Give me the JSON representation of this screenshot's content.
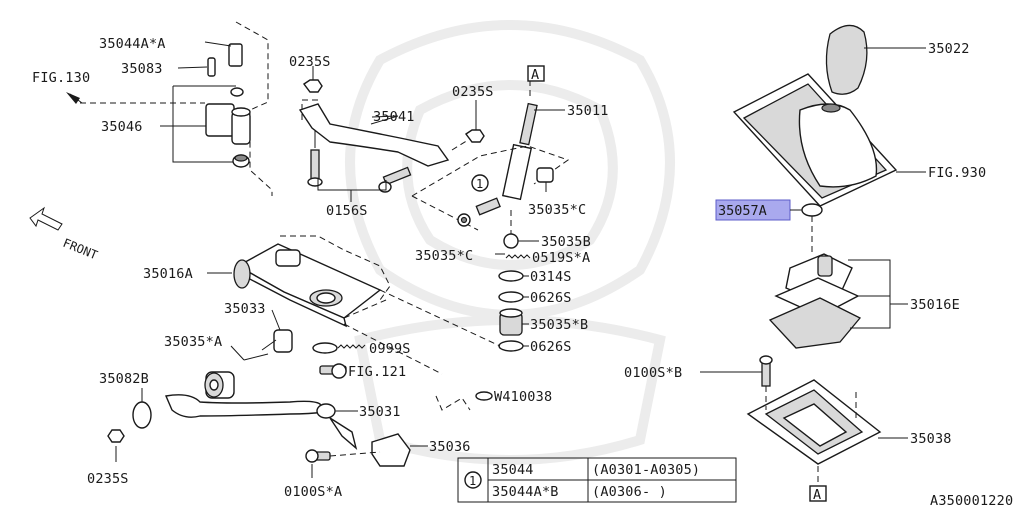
{
  "labels": {
    "p35044A_A": "35044A*A",
    "p35083": "35083",
    "fig130": "FIG.130",
    "p35046": "35046",
    "p0235S_top": "0235S",
    "p35041": "35041",
    "p0235S_mid": "0235S",
    "ref_A_top": "A",
    "p35011": "35011",
    "circle1": "1",
    "p0156S": "0156S",
    "p35035C_r": "35035*C",
    "p35035C_l": "35035*C",
    "p35035B": "35035B",
    "p0519S_A": "0519S*A",
    "front": "FRONT",
    "p35016A": "35016A",
    "p0314S": "0314S",
    "p35033": "35033",
    "p0626S_a": "0626S",
    "p35035A": "35035*A",
    "p35035B_star": "35035*B",
    "p0999S": "0999S",
    "p0626S_b": "0626S",
    "p35082B": "35082B",
    "fig121": "FIG.121",
    "w410038": "W410038",
    "p35031": "35031",
    "p0235S_bot": "0235S",
    "p35036": "35036",
    "p0100S_A": "0100S*A",
    "p35022": "35022",
    "fig930": "FIG.930",
    "p35057A": "35057A",
    "p35016E": "35016E",
    "p0100S_B": "0100S*B",
    "p35038": "35038",
    "ref_A_bot": "A",
    "catalog_id": "A350001220"
  },
  "table": {
    "marker": "1",
    "rows": [
      {
        "part": "35044",
        "range": "(A0301-A0305)"
      },
      {
        "part": "35044A*B",
        "range": "(A0306-      )"
      }
    ]
  },
  "colors": {
    "highlight": "#a9a9ee",
    "ink": "#1a1a1a"
  }
}
